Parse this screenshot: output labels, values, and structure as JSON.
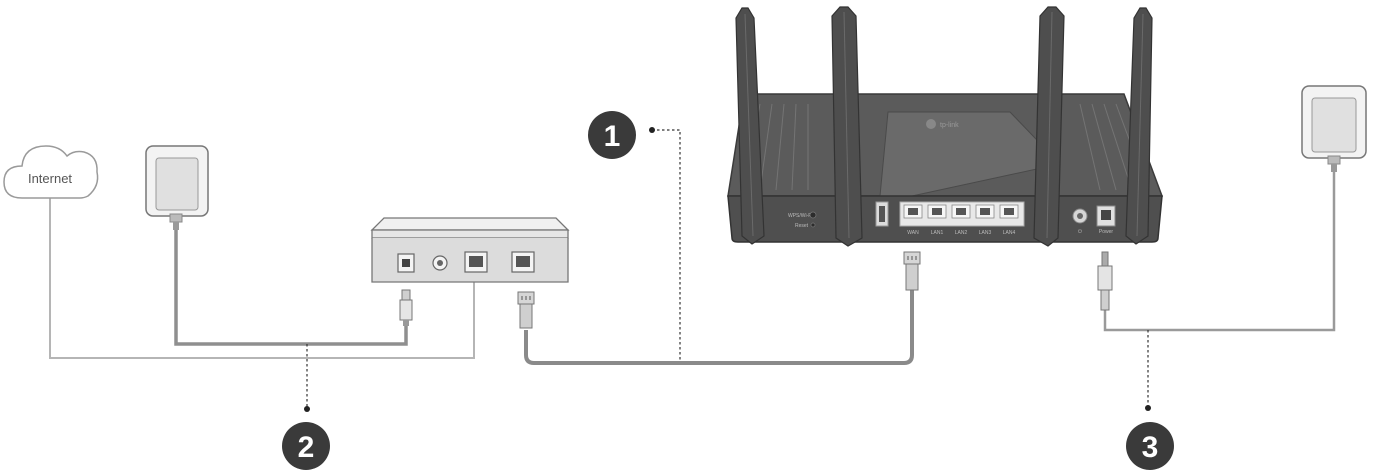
{
  "cloud": {
    "label": "Internet"
  },
  "steps": [
    {
      "number": "1"
    },
    {
      "number": "2"
    },
    {
      "number": "3"
    }
  ],
  "router": {
    "logo_text": "tp-link",
    "ports": [
      "WAN",
      "LAN1",
      "LAN2",
      "LAN3",
      "LAN4"
    ],
    "wps_label": "WPS/Wi-Fi",
    "reset_label": "Reset",
    "power_label": "Power"
  },
  "colors": {
    "device_dark": "#4a4a4a",
    "device_mid": "#5a5a5a",
    "device_light": "#d8d8d8",
    "cable_gray": "#8c8c8c",
    "cable_light": "#b0b0b0",
    "badge": "#3a3a3a"
  }
}
